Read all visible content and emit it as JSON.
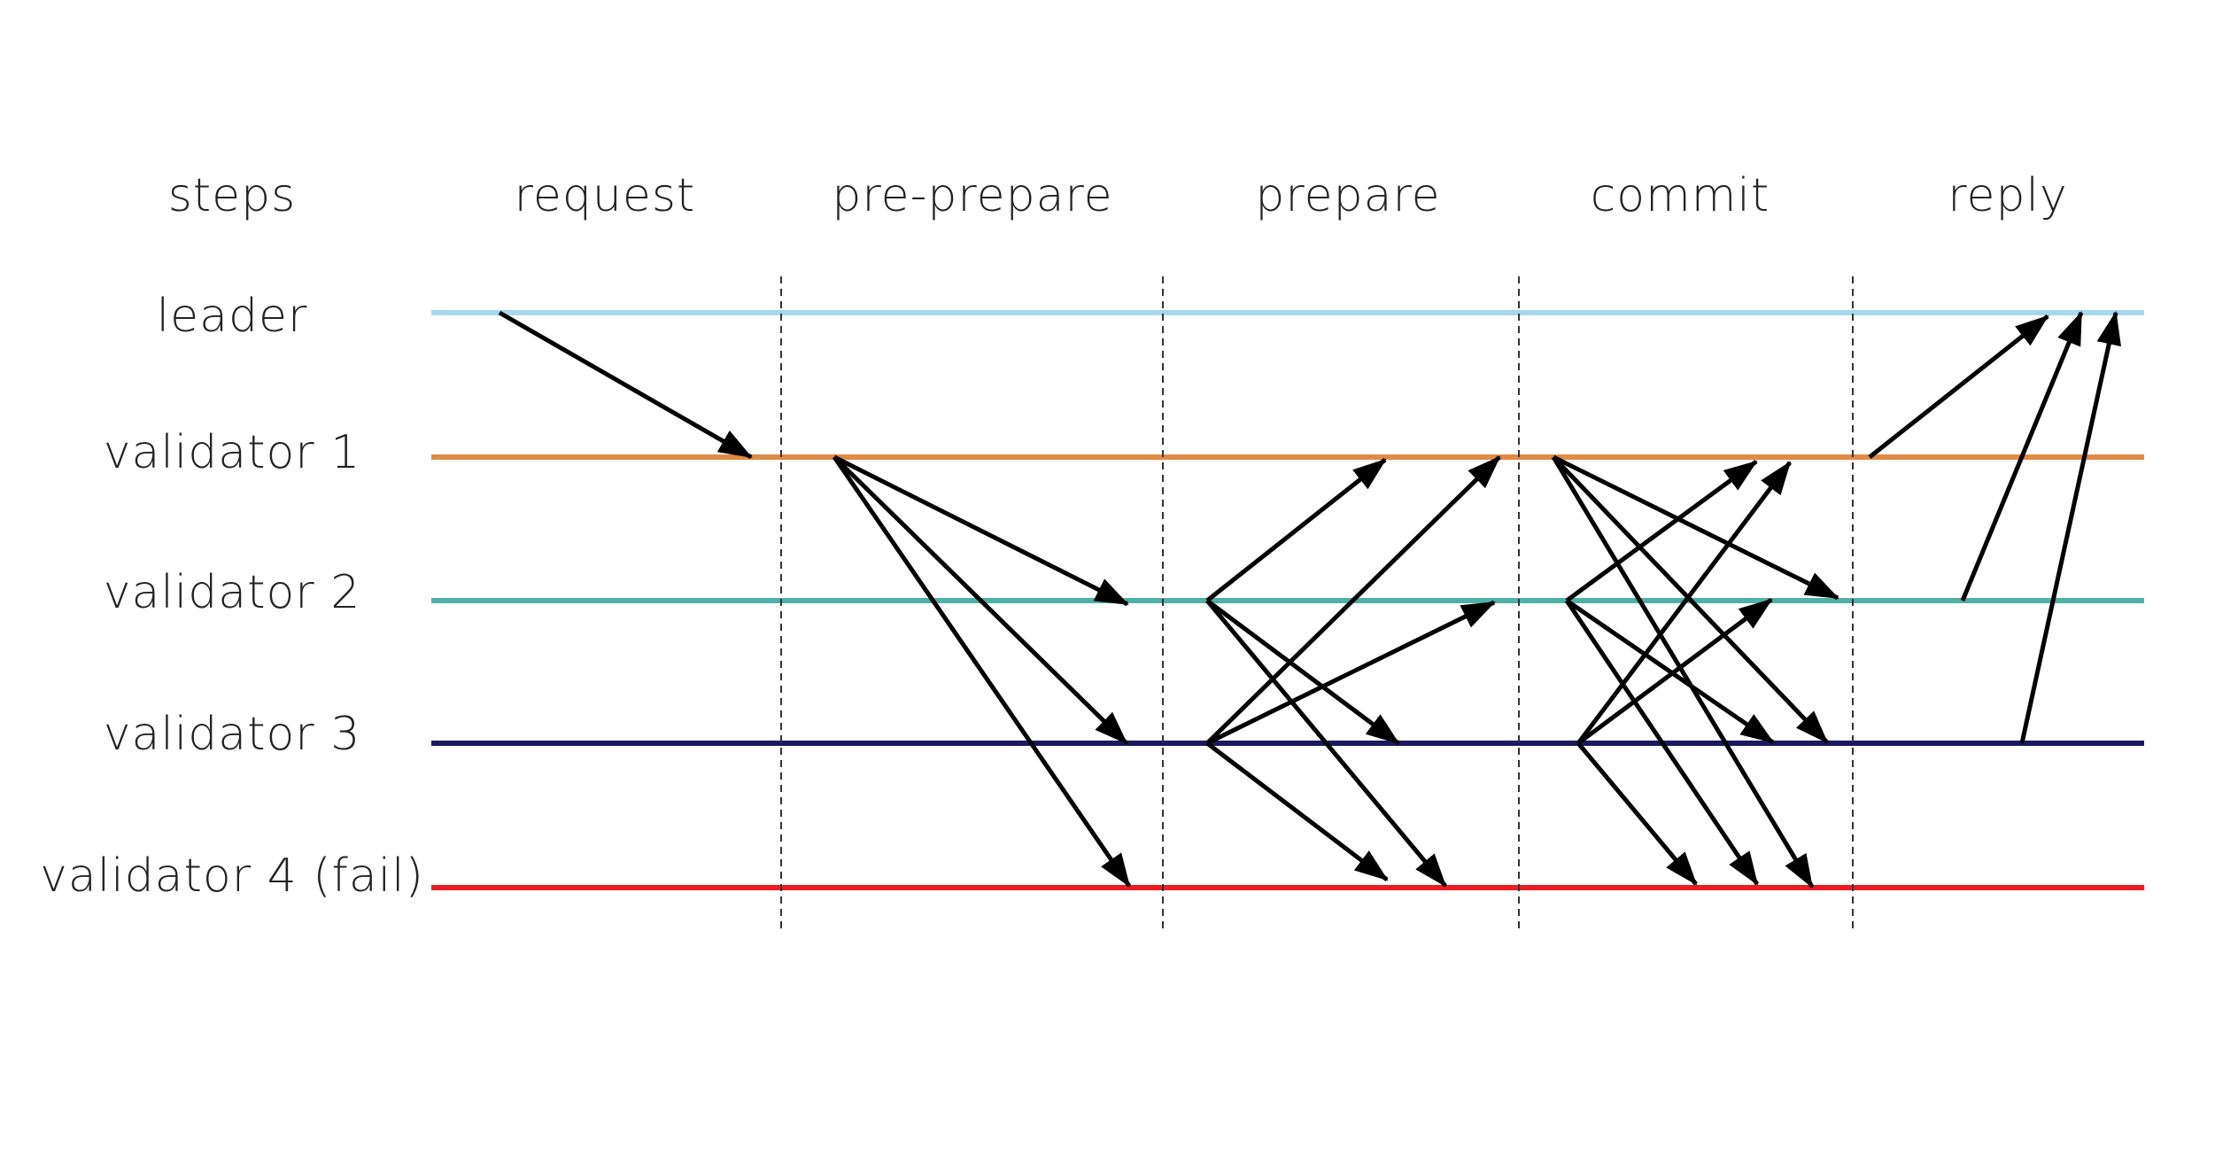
{
  "steps_label": "steps",
  "phases": [
    {
      "key": "request",
      "label": "request"
    },
    {
      "key": "pre-prepare",
      "label": "pre-prepare"
    },
    {
      "key": "prepare",
      "label": "prepare"
    },
    {
      "key": "commit",
      "label": "commit"
    },
    {
      "key": "reply",
      "label": "reply"
    }
  ],
  "nodes": [
    {
      "key": "leader",
      "label": "leader",
      "color": "#a6d8ec"
    },
    {
      "key": "validator-1",
      "label": "validator 1",
      "color": "#e08a44"
    },
    {
      "key": "validator-2",
      "label": "validator 2",
      "color": "#4fb0a6"
    },
    {
      "key": "validator-3",
      "label": "validator 3",
      "color": "#1c1a5e"
    },
    {
      "key": "validator-4",
      "label": "validator 4 (fail)",
      "color": "#ee1c24"
    }
  ],
  "messages": [
    {
      "phase": "request",
      "from": "leader",
      "to": "validator-1"
    },
    {
      "phase": "pre-prepare",
      "from": "validator-1",
      "to": "validator-2"
    },
    {
      "phase": "pre-prepare",
      "from": "validator-1",
      "to": "validator-3"
    },
    {
      "phase": "pre-prepare",
      "from": "validator-1",
      "to": "validator-4"
    },
    {
      "phase": "prepare",
      "from": "validator-2",
      "to": "validator-1"
    },
    {
      "phase": "prepare",
      "from": "validator-2",
      "to": "validator-3"
    },
    {
      "phase": "prepare",
      "from": "validator-2",
      "to": "validator-4"
    },
    {
      "phase": "prepare",
      "from": "validator-3",
      "to": "validator-1"
    },
    {
      "phase": "prepare",
      "from": "validator-3",
      "to": "validator-2"
    },
    {
      "phase": "prepare",
      "from": "validator-3",
      "to": "validator-4"
    },
    {
      "phase": "commit",
      "from": "validator-1",
      "to": "validator-2"
    },
    {
      "phase": "commit",
      "from": "validator-1",
      "to": "validator-3"
    },
    {
      "phase": "commit",
      "from": "validator-1",
      "to": "validator-4"
    },
    {
      "phase": "commit",
      "from": "validator-2",
      "to": "validator-1"
    },
    {
      "phase": "commit",
      "from": "validator-2",
      "to": "validator-3"
    },
    {
      "phase": "commit",
      "from": "validator-2",
      "to": "validator-4"
    },
    {
      "phase": "commit",
      "from": "validator-3",
      "to": "validator-1"
    },
    {
      "phase": "commit",
      "from": "validator-3",
      "to": "validator-2"
    },
    {
      "phase": "commit",
      "from": "validator-3",
      "to": "validator-4"
    },
    {
      "phase": "reply",
      "from": "validator-1",
      "to": "leader"
    },
    {
      "phase": "reply",
      "from": "validator-2",
      "to": "leader"
    },
    {
      "phase": "reply",
      "from": "validator-3",
      "to": "leader"
    }
  ]
}
